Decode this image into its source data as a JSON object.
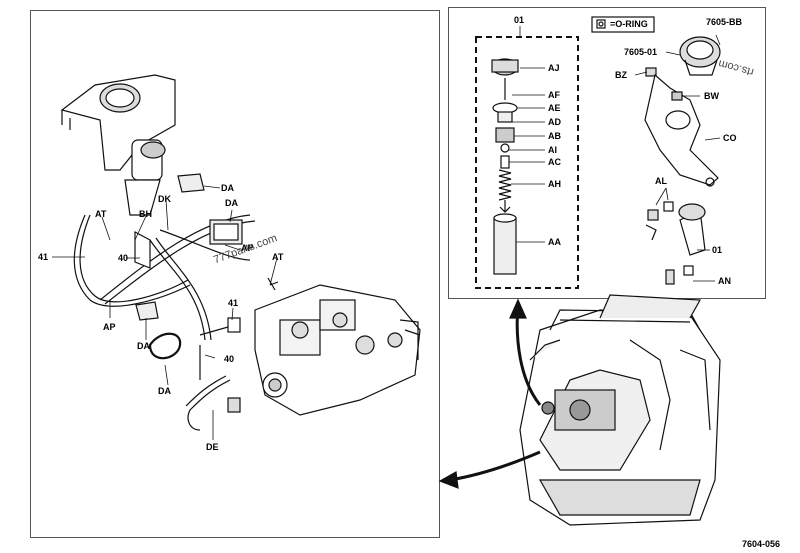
{
  "labels": {
    "l41a": "41",
    "l40a": "40",
    "lAP": "AP",
    "lAT1": "AT",
    "lBH": "BH",
    "lDK": "DK",
    "lDA1": "DA",
    "lDA2": "DA",
    "lDA3": "DA",
    "lDA4": "DA",
    "lAP2": "AP",
    "lAT2": "AT",
    "l41b": "41",
    "l40b": "40",
    "lDE": "DE",
    "l01a": "01",
    "lAJ": "AJ",
    "lAF": "AF",
    "lAE": "AE",
    "lAD": "AD",
    "lAB": "AB",
    "lAI": "AI",
    "lAC": "AC",
    "lAH": "AH",
    "lAA": "AA",
    "l7605BB": "7605-BB",
    "l760501": "7605-01",
    "lBZ": "BZ",
    "lBW": "BW",
    "lCO": "CO",
    "lAL": "AL",
    "l01b": "01",
    "lAN": "AN"
  },
  "legend": {
    "text": "=O-RING"
  },
  "watermarks": {
    "w1": "777parts.com",
    "w2": "rts.com"
  },
  "figure_code": "7604-056"
}
